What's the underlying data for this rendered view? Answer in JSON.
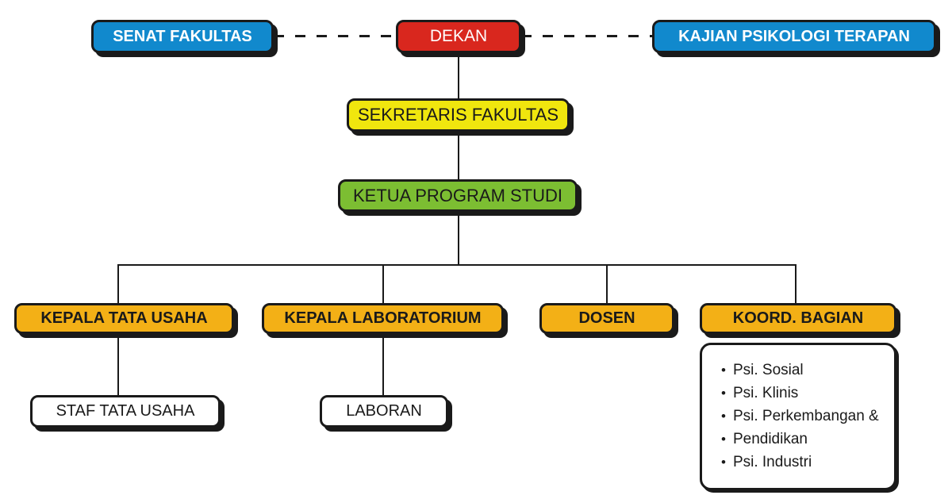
{
  "colors": {
    "blue": "#1189CD",
    "red": "#D9271E",
    "yellow": "#F0E60E",
    "green": "#7CBE32",
    "orange": "#F3B016",
    "box_white": "#FFFFFF",
    "line": "#1A1A1A"
  },
  "nodes": {
    "senat": {
      "label": "SENAT FAKULTAS"
    },
    "dekan": {
      "label": "DEKAN"
    },
    "kajian": {
      "label": "KAJIAN PSIKOLOGI TERAPAN"
    },
    "sekretaris": {
      "label": "SEKRETARIS FAKULTAS"
    },
    "ketua": {
      "label": "KETUA PROGRAM STUDI"
    },
    "kepala_tata_usaha": {
      "label": "KEPALA TATA USAHA"
    },
    "kepala_laboratorium": {
      "label": "KEPALA LABORATORIUM"
    },
    "dosen": {
      "label": "DOSEN"
    },
    "koord_bagian": {
      "label": "KOORD. BAGIAN"
    },
    "staf_tata_usaha": {
      "label": "STAF TATA USAHA"
    },
    "laboran": {
      "label": "LABORAN"
    }
  },
  "koord_panel": {
    "bullet": "•",
    "items": [
      "Psi. Sosial",
      "Psi. Klinis",
      "Psi. Perkembangan &",
      "Pendidikan",
      "Psi. Industri"
    ]
  }
}
